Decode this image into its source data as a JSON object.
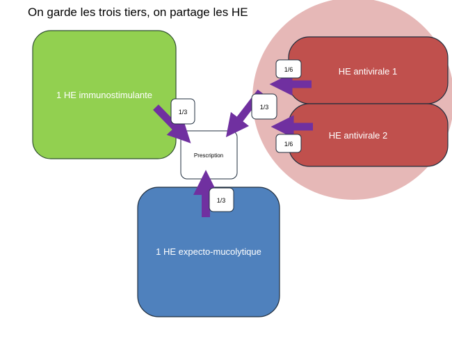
{
  "title": "On garde les trois tiers, on partage les HE",
  "boxes": {
    "immuno": {
      "label": "1 HE immunostimulante",
      "color": "#92d050"
    },
    "antiviral1": {
      "label": "HE antivirale 1",
      "color": "#c0504d"
    },
    "antiviral2": {
      "label": "HE antivirale 2",
      "color": "#c0504d"
    },
    "expecto": {
      "label": "1 HE expecto-mucolytique",
      "color": "#4f81bd"
    },
    "prescription": {
      "label": "Prescription",
      "color": "#ffffff"
    }
  },
  "circle_color": "#e6b8b7",
  "arrow_color": "#7030a0",
  "fractions": {
    "immuno": "1/3",
    "antiviral1": "1/6",
    "antiviral_group": "1/3",
    "antiviral2": "1/6",
    "expecto": "1/3"
  }
}
